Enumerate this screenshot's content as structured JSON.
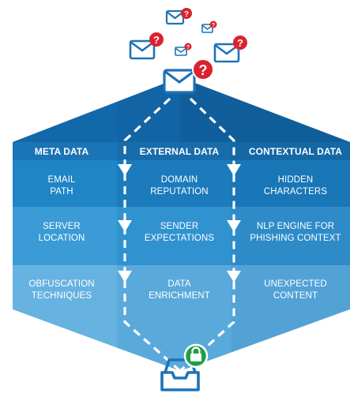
{
  "columns": [
    {
      "header": "META DATA",
      "rows": [
        "EMAIL\nPATH",
        "SERVER\nLOCATION",
        "OBFUSCATION\nTECHNIQUES"
      ]
    },
    {
      "header": "EXTERNAL DATA",
      "rows": [
        "DOMAIN\nREPUTATION",
        "SENDER\nEXPECTATIONS",
        "DATA\nENRICHMENT"
      ]
    },
    {
      "header": "CONTEXTUAL DATA",
      "rows": [
        "HIDDEN\nCHARACTERS",
        "NLP ENGINE FOR\nPHISHING CONTEXT",
        "UNEXPECTED\nCONTENT"
      ]
    }
  ],
  "icons": {
    "mail": "mail-icon",
    "question_badge": "question-mark-icon",
    "lock": "lock-icon",
    "inbox": "inbox-tray-icon"
  },
  "colors": {
    "accent_blue": "#1f73b7",
    "question_red": "#d9232e",
    "lock_green": "#1e9f48"
  }
}
